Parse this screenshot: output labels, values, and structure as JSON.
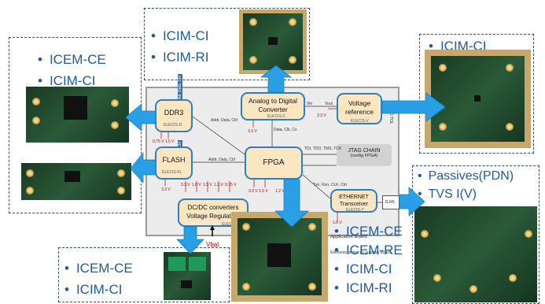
{
  "panels": {
    "top_left": {
      "items": [
        "ICEM-CE",
        "ICIM-CI"
      ]
    },
    "top_center": {
      "items": [
        "ICIM-CI",
        "ICIM-RI"
      ]
    },
    "top_right": {
      "items": [
        "ICIM-CI"
      ]
    },
    "bottom_left": {
      "items": [
        "ICEM-CE",
        "ICIM-CI"
      ]
    },
    "right": {
      "items": [
        "Passives(PDN)",
        "TVS I(V)"
      ]
    },
    "bottom_center": {
      "items": [
        "ICEM-CE",
        "ICEM-RE",
        "ICIM-CI",
        "ICIM-RI"
      ]
    }
  },
  "blocks": {
    "ddr3": {
      "label": "DDR3",
      "sub": "ELECIS-D"
    },
    "flash": {
      "label": "FLASH",
      "sub": "ELECIS-FL"
    },
    "adc": {
      "label": "Analog to Digital Converter",
      "sub": "ELECIS-C"
    },
    "vref": {
      "label": "Voltage reference",
      "sub": "ELECIS-V"
    },
    "fpga": {
      "label": "FPGA"
    },
    "jtag": {
      "label": "JTAG CHAIN",
      "sub": "(config FPGA)"
    },
    "ethernet": {
      "label": "ETHERNET Transceiver",
      "sub": "ELECIS-T"
    },
    "dcdc": {
      "label": "DC/DC converters Voltage Regulators",
      "sub": "ELECIS"
    }
  },
  "signals": {
    "addr1": "Addr, Data, Ctrl",
    "addr2": "Addr, Data, Ctrl",
    "adc_bus": "Data, Clk, Cs",
    "jtag_bus": "TDI, TDO, TMS, TCK",
    "eth_bus": "Txn, Rxn, CLK, Ctrl",
    "vin": "Vin",
    "vout": "Vout",
    "rj45": "RJ45",
    "applicative": "Applicative Board",
    "elements": "Elements tested on auxiliary board",
    "addr_vert1": "Addr, Data, Ctrl",
    "addr_vert2": "Addr, Data, Ctrl",
    "io": "I/O TOL"
  },
  "voltages": {
    "ddr3": "0.75 V  1.5 V",
    "flash": "3.3 V",
    "adc": "3.3 V",
    "vref": "3.3 V",
    "rails": [
      "3.3 V",
      "1.8 V",
      "1.5 V",
      "1.2 V",
      "0.75 V"
    ],
    "fpga": "3.3 V  1.5 V",
    "fpga2": "1.2 V",
    "eth": "1.8 V",
    "vbat": "Vbat"
  },
  "colors": {
    "panel_text": "#1f5a9e",
    "arrow": "#29a0e6",
    "block_fill": "#fbe6c2",
    "block_border": "#2f7fbd",
    "voltage": "#c00000"
  }
}
